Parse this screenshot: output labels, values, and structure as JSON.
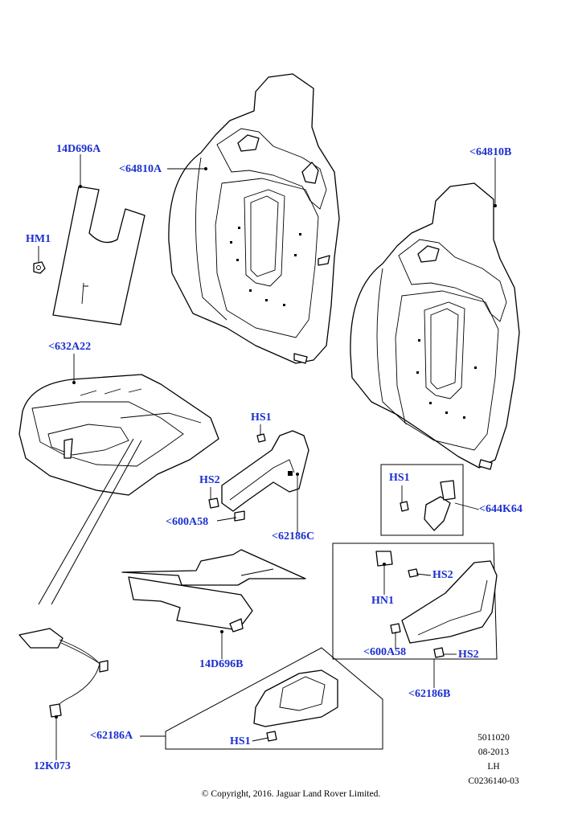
{
  "labels": {
    "p14D696A": "14D696A",
    "p64810A": "<64810A",
    "p64810B": "<64810B",
    "hm1": "HM1",
    "p632A22": "<632A22",
    "hs1_a": "HS1",
    "hs2_a": "HS2",
    "p600A58_a": "<600A58",
    "p62186C": "<62186C",
    "hs1_b": "HS1",
    "p644K64": "<644K64",
    "hs2_b": "HS2",
    "hn1": "HN1",
    "p600A58_b": "<600A58",
    "hs2_c": "HS2",
    "p62186B": "<62186B",
    "p14D696B": "14D696B",
    "p62186A": "<62186A",
    "hs1_c": "HS1",
    "p12K073": "12K073"
  },
  "meta": {
    "code": "5011020",
    "date": "08-2013",
    "side": "LH",
    "ref": "C0236140-03"
  },
  "copyright": "© Copyright, 2016. Jaguar Land Rover Limited."
}
